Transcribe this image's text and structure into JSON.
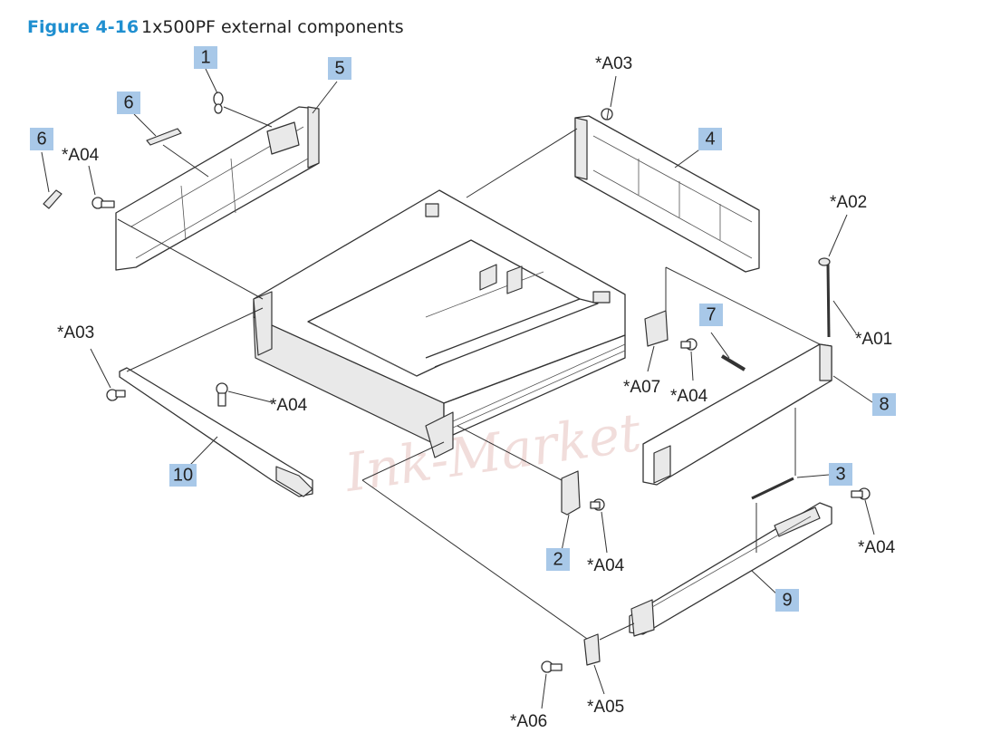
{
  "figure": {
    "number": "Figure 4-16",
    "title": "1x500PF external components"
  },
  "callouts": [
    "1",
    "2",
    "3",
    "4",
    "5",
    "6",
    "6",
    "7",
    "8",
    "9",
    "10"
  ],
  "references": [
    "*A03",
    "*A04",
    "*A02",
    "*A01",
    "*A03",
    "*A04",
    "*A07",
    "*A04",
    "*A04",
    "*A04",
    "*A05",
    "*A06"
  ],
  "watermark": "Ink-Market",
  "colors": {
    "figure_number": "#1f8fd0",
    "callout_fill": "#a8c8e8",
    "linework": "#333333"
  }
}
